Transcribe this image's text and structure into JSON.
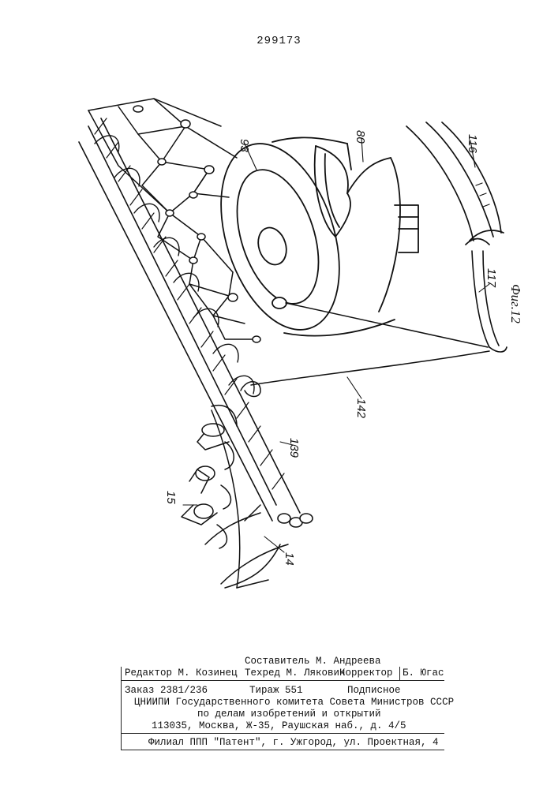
{
  "patent": {
    "number": "299173"
  },
  "figure": {
    "caption": "Фиг.12",
    "labels": {
      "l93": "93",
      "l80": "80",
      "l116": "116",
      "l117": "117",
      "l142": "142",
      "l139": "139",
      "l15": "15",
      "l14": "14"
    }
  },
  "colophon": {
    "compiler": "Составитель М. Андреева",
    "editor": "Редактор М. Козинец",
    "techeditor": "Техред М. Лякович",
    "corrector": "Корректор",
    "corrector_name": "Б. Югас",
    "order": "Заказ 2381/236",
    "circulation": "Тираж 551",
    "subscription": "Подписное",
    "org_line1": "ЦНИИПИ Государственного комитета Совета Министров СССР",
    "org_line2": "по делам изобретений и открытий",
    "address": "113035, Москва, Ж-35, Раушская наб., д. 4/5",
    "branch": "Филиал ППП \"Патент\", г. Ужгород, ул. Проектная, 4"
  }
}
